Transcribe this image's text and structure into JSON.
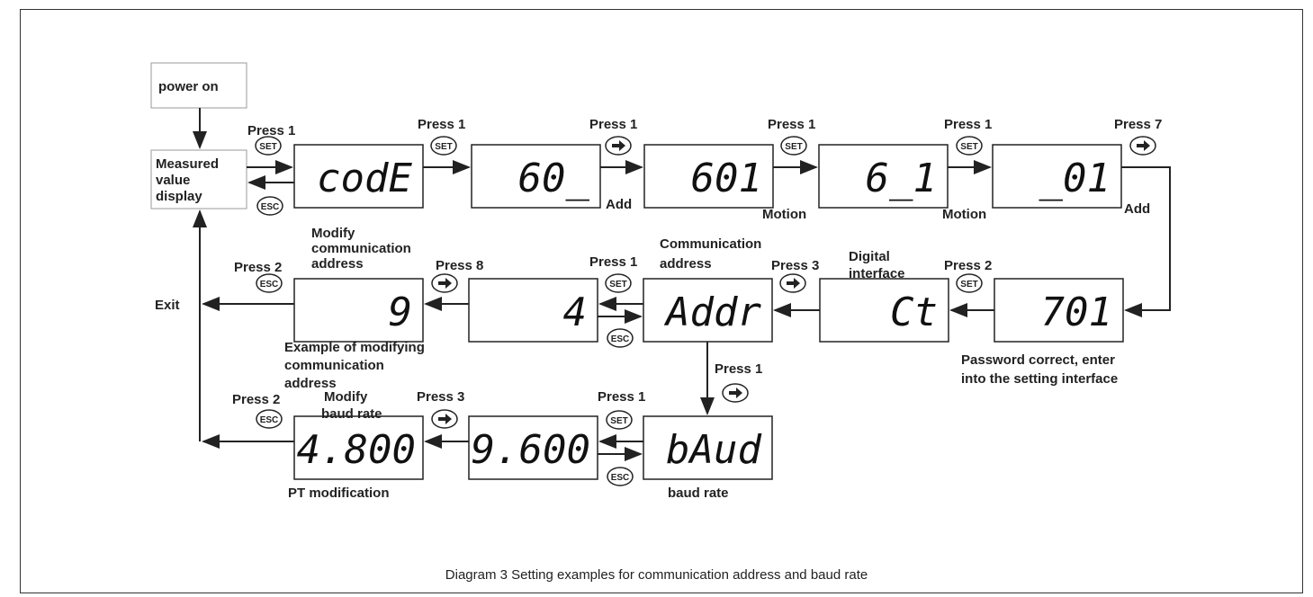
{
  "labels": {
    "power_on": "power on",
    "measured1": "Measured",
    "measured2": "value",
    "measured3": "display",
    "exit": "Exit",
    "press1": "Press 1",
    "press2": "Press 2",
    "press3": "Press 3",
    "press7": "Press 7",
    "press8": "Press 8",
    "add": "Add",
    "motion": "Motion",
    "modify_comm1": "Modify",
    "modify_comm2": "communication",
    "modify_comm3": "address",
    "comm1": "Communication",
    "comm2": "address",
    "digital1": "Digital",
    "digital2": "interface",
    "pw1": "Password correct, enter",
    "pw2": "into the setting interface",
    "example1": "Example of modifying",
    "example2": "communication",
    "example3": "address",
    "modify_baud1": "Modify",
    "modify_baud2": "baud rate",
    "pt_mod": "PT modification",
    "baud_rate": "baud rate"
  },
  "buttons": {
    "set": "SET",
    "esc": "ESC",
    "right_arrow": "➡"
  },
  "displays": {
    "code": "codE",
    "d60": "60_",
    "d601": "601",
    "d6_1": "6_1",
    "d_01": "_01",
    "d701": "701",
    "ct": "Ct",
    "addr": "Addr",
    "d4": "4",
    "d9": "9",
    "baud": "bAud",
    "b9600": "9.600",
    "b4800": "4.800"
  },
  "caption": "Diagram 3 Setting examples for communication address and baud rate"
}
